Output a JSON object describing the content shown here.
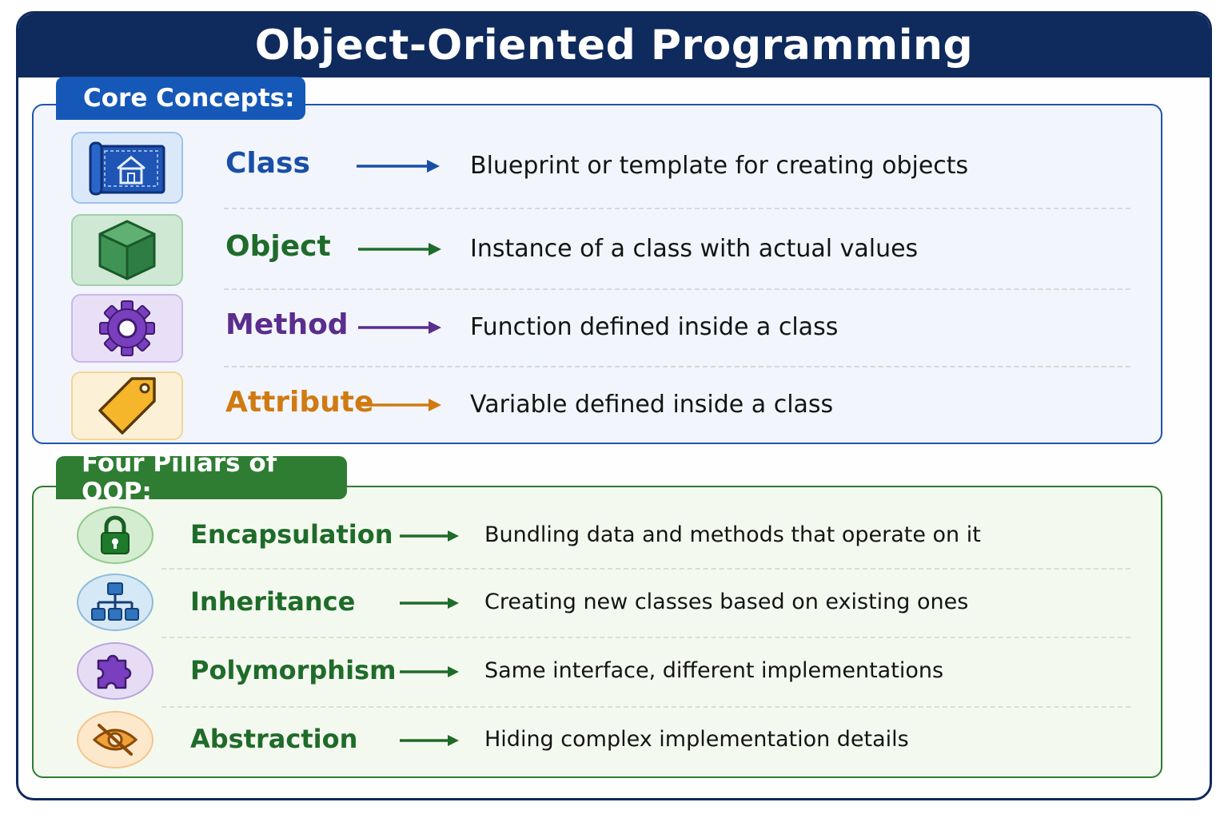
{
  "title": "Object-Oriented Programming",
  "core": {
    "heading": "Core Concepts:",
    "items": [
      {
        "term": "Class",
        "description": "Blueprint or template for creating objects",
        "icon": "blueprint-icon",
        "color": "#1a4fa8",
        "bg": "#dbe8fa",
        "border": "#9fc1ec"
      },
      {
        "term": "Object",
        "description": "Instance of a class with actual values",
        "icon": "cube-icon",
        "color": "#1f6b2a",
        "bg": "#cfe8d4",
        "border": "#9fd0a9"
      },
      {
        "term": "Method",
        "description": "Function defined inside a class",
        "icon": "gear-icon",
        "color": "#5b2d8e",
        "bg": "#e9e0f7",
        "border": "#c8b6ea"
      },
      {
        "term": "Attribute",
        "description": "Variable defined inside a class",
        "icon": "tag-icon",
        "color": "#d07a12",
        "bg": "#fcf0d6",
        "border": "#f1d59b"
      }
    ]
  },
  "pillars": {
    "heading": "Four Pillars of OOP:",
    "items": [
      {
        "term": "Encapsulation",
        "description": "Bundling data and methods that operate on it",
        "icon": "lock-icon",
        "bg": "#d4ecd0",
        "border": "#8fc98a"
      },
      {
        "term": "Inheritance",
        "description": "Creating new classes based on existing ones",
        "icon": "hierarchy-icon",
        "bg": "#d5e8f5",
        "border": "#8dbbdc"
      },
      {
        "term": "Polymorphism",
        "description": "Same interface, different implementations",
        "icon": "puzzle-icon",
        "bg": "#e6ddf5",
        "border": "#b9a4e0"
      },
      {
        "term": "Abstraction",
        "description": "Hiding complex implementation details",
        "icon": "eye-slash-icon",
        "bg": "#fde8cc",
        "border": "#f3c58c"
      }
    ],
    "color": "#1f6b2a"
  }
}
